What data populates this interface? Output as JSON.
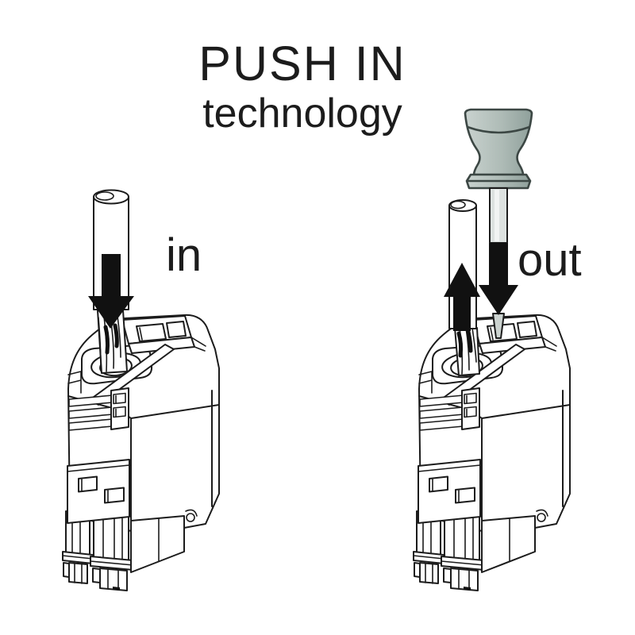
{
  "title": {
    "line1": "PUSH IN",
    "line2": "technology"
  },
  "figures": {
    "insert": {
      "label": "in",
      "arrow_icon": "down-arrow-icon",
      "parts": [
        "wire",
        "connector"
      ]
    },
    "release": {
      "label": "out",
      "arrow_icons": [
        "up-arrow-icon",
        "down-arrow-icon"
      ],
      "parts": [
        "wire",
        "screwdriver",
        "connector"
      ]
    }
  },
  "icons": {
    "down_arrow": "solid black arrow pointing down",
    "up_arrow": "solid black arrow pointing up",
    "wire": "white round cable with exposed stranded end",
    "screwdriver": "gray-handled screwdriver with flat blade",
    "connector": "white line-drawn plug connector with push-in terminal"
  },
  "colors": {
    "ink": "#1c1c1c",
    "arrow": "#111111",
    "paper": "#ffffff",
    "handle": "#aebbb6",
    "handle_light": "#c9d2cf",
    "handle_dark": "#8fa09b",
    "handle_outline": "#3c4744",
    "shaft": "#dde2e0",
    "shaft_highlight": "#f1f3f2",
    "blade": "#ccd3d0"
  }
}
